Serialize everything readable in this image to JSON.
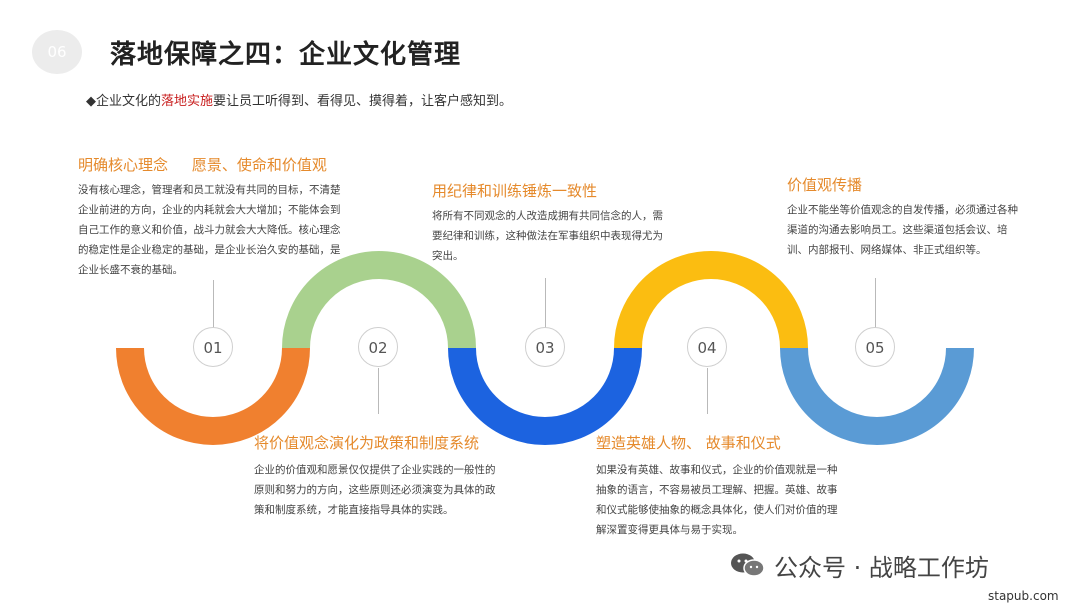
{
  "slide": {
    "badge_number": "06",
    "title": "落地保障之四：企业文化管理",
    "intro_before": "◆企业文化的",
    "intro_highlight": "落地实施",
    "intro_after": "要让员工听得到、看得见、摸得着，让客户感知到。"
  },
  "steps": [
    {
      "number": "01",
      "heading": "明确核心理念     愿景、使命和价值观",
      "body": "没有核心理念，管理者和员工就没有共同的目标，不清楚企业前进的方向，企业的内耗就会大大增加；不能体会到自己工作的意义和价值，战斗力就会大大降低。核心理念的稳定性是企业稳定的基础，是企业长治久安的基础，是企业长盛不衰的基础。"
    },
    {
      "number": "02",
      "heading": "将价值观念演化为政策和制度系统",
      "body": "企业的价值观和愿景仅仅提供了企业实践的一般性的原则和努力的方向，这些原则还必须演变为具体的政策和制度系统，才能直接指导具体的实践。"
    },
    {
      "number": "03",
      "heading": "用纪律和训练锤炼一致性",
      "body": "将所有不同观念的人改造成拥有共同信念的人，需要纪律和训练，这种做法在军事组织中表现得尤为突出。"
    },
    {
      "number": "04",
      "heading": "塑造英雄人物、 故事和仪式",
      "body": "如果没有英雄、故事和仪式，企业的价值观就是一种抽象的语言，不容易被员工理解、把握。英雄、故事和仪式能够使抽象的概念具体化，使人们对价值的理解深置变得更具体与易于实现。"
    },
    {
      "number": "05",
      "heading": "价值观传播",
      "body": "企业不能坐等价值观念的自发传播，必须通过各种渠道的沟通去影响员工。这些渠道包括会议、培训、内部报刊、网络媒体、非正式组织等。"
    }
  ],
  "colors": {
    "orange": "#f0802f",
    "green": "#a9d18e",
    "blue": "#1c63e0",
    "yellow": "#fbbd11",
    "light_blue": "#5a9bd5",
    "heading": "#e58a2c",
    "highlight": "#c81e1e"
  },
  "footer": {
    "watermark": "公众号 · 战略工作坊",
    "watermark_icon": "wechat-icon",
    "site": "stapub.com"
  }
}
